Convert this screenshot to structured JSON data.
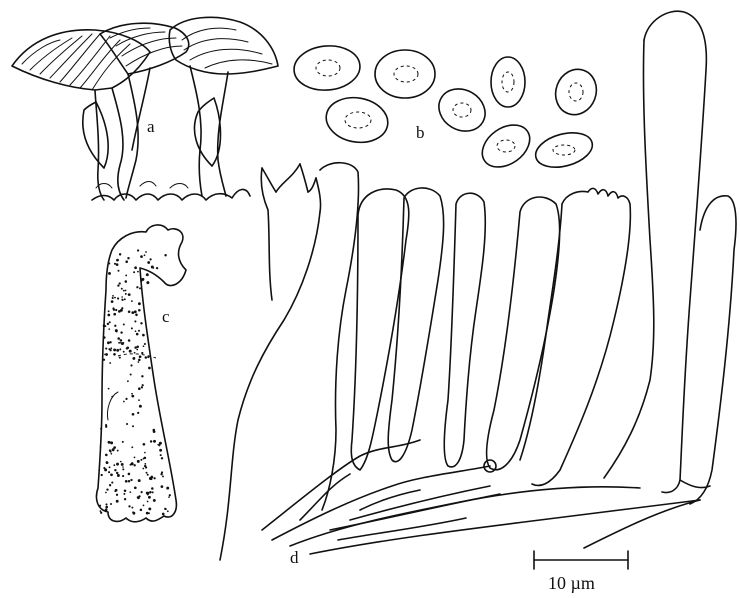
{
  "figure": {
    "panel_labels": {
      "a": "a",
      "b": "b",
      "c": "c",
      "d": "d"
    },
    "scale_bar": {
      "label": "10 µm"
    }
  }
}
